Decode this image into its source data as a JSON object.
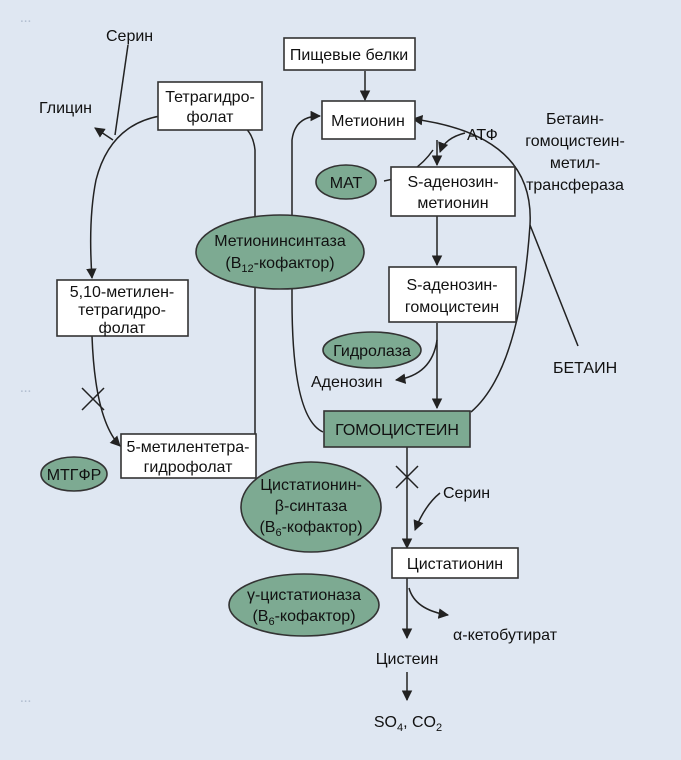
{
  "background_text": [
    "...",
    "...",
    "..."
  ],
  "nodes": {
    "serine_top": "Серин",
    "glycine": "Глицин",
    "thf": [
      "Тетрагидро-",
      "фолат"
    ],
    "food_proteins": "Пищевые белки",
    "methionine": "Метионин",
    "atp": "АТФ",
    "bhmt": [
      "Бетаин-",
      "гомоцистеин-",
      "метил-",
      "трансфераза"
    ],
    "mat": "МАТ",
    "sam": [
      "S-аденозин-",
      "метионин"
    ],
    "methionine_synthase": [
      "Метионинсинтаза",
      "(B",
      "12",
      "-кофактор)"
    ],
    "methylene_thf": [
      "5,10-метилен-",
      "тетрагидро-",
      "фолат"
    ],
    "sah": [
      "S-аденозин-",
      "гомоцистеин"
    ],
    "betaine": "БЕТАИН",
    "hydrolase": "Гидролаза",
    "adenosine": "Аденозин",
    "homocysteine": "ГОМОЦИСТЕИН",
    "methyl_thf": [
      "5-метилентетра-",
      "гидрофолат"
    ],
    "mthfr": "МТГФР",
    "cbs": [
      "Цистатионин-",
      "β-синтаза",
      "(B",
      "6",
      "-кофактор)"
    ],
    "serine_bottom": "Серин",
    "cystathionine": "Цистатионин",
    "cgl": [
      "γ-цистатионаза",
      "(B",
      "6",
      "-кофактор)"
    ],
    "ketobutyrate": "α-кетобутират",
    "cysteine": "Цистеин",
    "products": [
      "SO",
      "4",
      ", CO",
      "2"
    ]
  },
  "colors": {
    "page_bg": "#dfe7f2",
    "enzyme_fill": "#7daa92",
    "box_fill": "#ffffff",
    "line": "#222222"
  }
}
